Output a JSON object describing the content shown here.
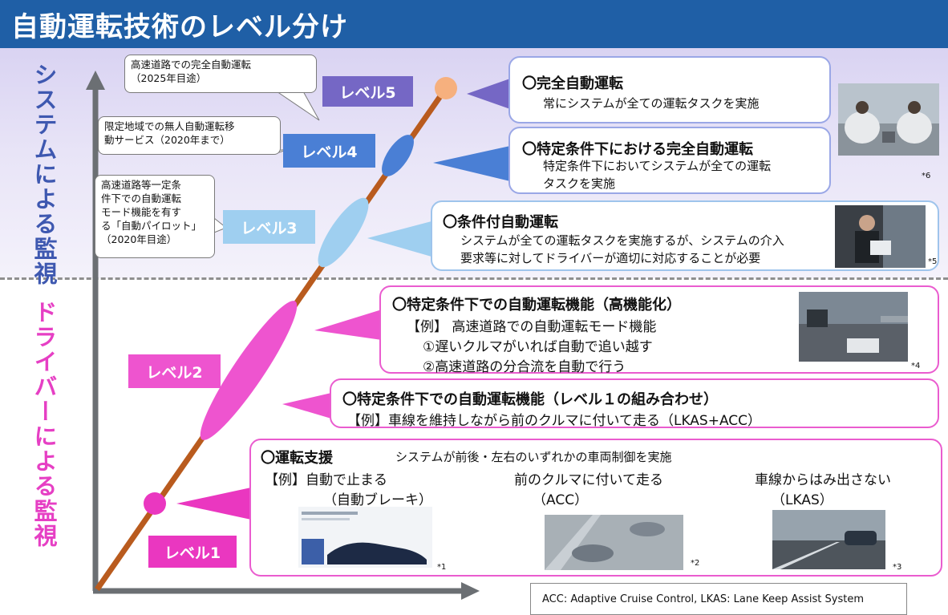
{
  "title": "自動運転技術のレベル分け",
  "side_labels": {
    "system": "システムによる監視",
    "driver": "ドライバーによる監視"
  },
  "levels": {
    "l5": "レベル5",
    "l4": "レベル4",
    "l3": "レベル3",
    "l2": "レベル2",
    "l1": "レベル1"
  },
  "notes": {
    "n5": [
      "高速道路での完全自動運転",
      "（2025年目途）"
    ],
    "n4": [
      "限定地域での無人自動運転移",
      "動サービス（2020年まで）"
    ],
    "n3": [
      "高速道路等一定条",
      "件下での自動運転",
      "モード機能を有す",
      "る「自動パイロット」",
      "（2020年目途）"
    ]
  },
  "boxes": {
    "b5": {
      "head": "〇完全自動運転",
      "lines": [
        "常にシステムが全ての運転タスクを実施"
      ]
    },
    "b4": {
      "head": "〇特定条件下における完全自動運転",
      "lines": [
        "特定条件下においてシステムが全ての運転",
        "タスクを実施"
      ],
      "ref": "*6"
    },
    "b3": {
      "head": "〇条件付自動運転",
      "lines": [
        "システムが全ての運転タスクを実施するが、システムの介入",
        "要求等に対してドライバーが適切に対応することが必要"
      ],
      "ref": "*5"
    },
    "b2b": {
      "head": "〇特定条件下での自動運転機能（高機能化）",
      "lines": [
        "【例】 高速道路での自動運転モード機能",
        "①遅いクルマがいれば自動で追い越す",
        "②高速道路の分合流を自動で行う"
      ],
      "ref": "*4"
    },
    "b2a": {
      "head": "〇特定条件下での自動運転機能（レベル１の組み合わせ）",
      "lines": [
        "【例】車線を維持しながら前のクルマに付いて走る（LKAS+ACC）"
      ]
    },
    "b1": {
      "head": "〇運転支援",
      "sub": "システムが前後・左右のいずれかの車両制御を実施",
      "examples": [
        {
          "label": "【例】自動で止まる",
          "sub": "（自動ブレーキ）",
          "ref": "*1"
        },
        {
          "label": "前のクルマに付いて走る",
          "sub": "（ACC）",
          "ref": "*2"
        },
        {
          "label": "車線からはみ出さない",
          "sub": "（LKAS）",
          "ref": "*3"
        }
      ]
    }
  },
  "legend": "ACC: Adaptive Cruise Control,  LKAS: Lane Keep Assist System",
  "colors": {
    "title_bar": "#1f5fa6",
    "system_label": "#3e58b0",
    "driver_label": "#e63fc4",
    "diagonal": "#b95b1e",
    "level5": "#7567c5",
    "level4": "#4a7fd5",
    "level3": "#9fcff0",
    "level2": "#ee54cf",
    "level1": "#ea37c0"
  }
}
